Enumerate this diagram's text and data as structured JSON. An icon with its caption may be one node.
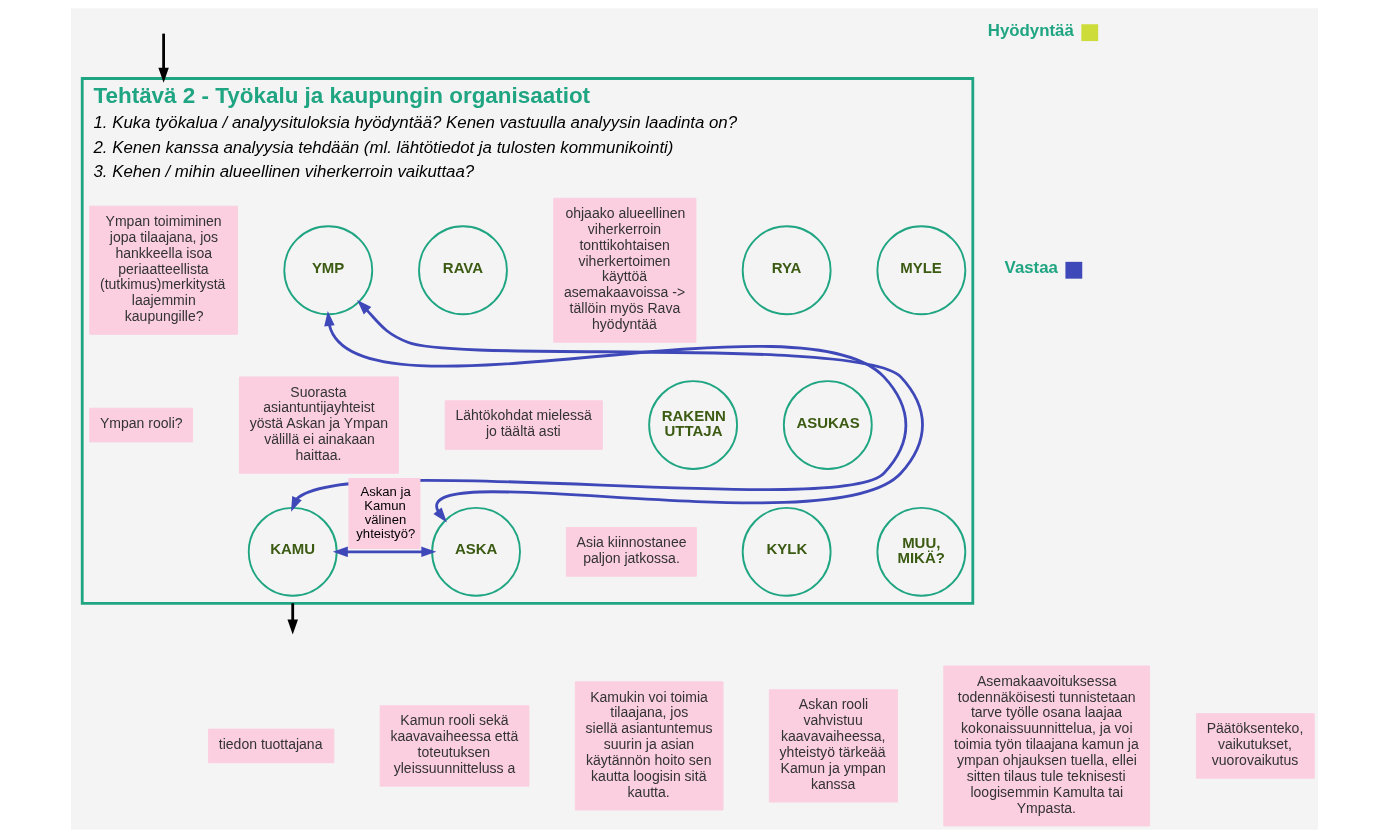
{
  "diagram": {
    "nodes": [
      {
        "text": [
          "Tehtävä 2 - Työkalu ja kaupungin organisaatiot",
          "1. Kuka työkalua / analyysituloksia hyödyntää? Kenen vastuulla analyysin laadinta on?",
          "2. Kenen kanssa analyysia tehdään (ml. lähtötiedot ja tulosten kommunikointi)",
          "3. Kehen / mihin alueellinen viherkerroin vaikuttaa?"
        ]
      },
      {
        "text": [
          "ASUKAS"
        ],
        "in": 0
      },
      {
        "text": [
          "MYLE"
        ],
        "in": 0
      },
      {
        "text": [
          "RAKENN UTTAJA"
        ],
        "in": 0
      },
      {
        "text": [
          "YMP"
        ],
        "in": 0
      },
      {
        "text": [
          "Ympan toimiminen jopa tilaajana, jos hankkeella isoa periaatteellista (tutkimus)merkitystä laajemmin kaupungille?"
        ],
        "in": 0
      },
      {
        "text": [
          "RAVA"
        ],
        "in": 0
      },
      {
        "text": [
          "ohjaako alueellinen viherkerroin tonttikohtaisen viherkertoimen käyttöä asemakaavoissa -> tällöin myös Rava hyödyntää"
        ],
        "in": 0
      },
      {
        "text": [
          "RYA"
        ],
        "in": 0
      },
      {
        "text": [
          "Lähtökohdat mielessä jo täältä asti"
        ],
        "in": 0
      },
      {
        "text": [
          "KYLK"
        ],
        "in": 0
      },
      {
        "text": [
          "Päätöksenteko, vaikutukset, vuorovaikutus"
        ]
      },
      {
        "text": [
          "Ympan rooli?"
        ],
        "in": 0
      },
      {
        "text": [
          "tiedon tuottajana"
        ]
      },
      {
        "text": [
          "Suorasta asiantuntijayhteist yöstä Askan ja Ympan välillä ei ainakaan haittaa."
        ],
        "in": 0
      },
      {
        "text": [
          "ASKA"
        ],
        "in": 0
      },
      {
        "text": [
          "Asia kiinnostanee paljon jatkossa."
        ],
        "in": 0
      },
      {
        "text": [
          "KAMU"
        ],
        "in": 0
      },
      {
        "text": [
          "MUU, MIKÄ?"
        ],
        "in": 0
      },
      {
        "text": [
          "Askan rooli vahvistuu kaavavaiheessa, yhteistyö tärkeää Kamun ja ympan kanssa"
        ]
      },
      {
        "text": [
          "Kamun rooli sekä kaavavaiheessa että toteutuksen yleissuunnitteluss a"
        ]
      },
      {
        "text": [
          "Kamukin voi toimia tilaajana, jos siellä asiantuntemus suurin ja asian käytännön hoito sen kautta loogisin sitä kautta."
        ]
      },
      {
        "text": [
          "Asemakaavoituksessa todennäköisesti tunnistetaan tarve työlle osana laajaa kokonaissuunnittelua, ja voi toimia työn tilaajana kamun ja ympan ohjauksen tuella, ellei sitten tilaus tule teknisesti loogisemmin Kamulta tai Ympasta."
        ]
      }
    ],
    "edges": [
      {
        "from": null,
        "to": 0,
        "arrow": "to",
        "color": "#000000"
      },
      {
        "from": 4,
        "to": 17,
        "arrow": "both"
      },
      {
        "from": 4,
        "to": 15,
        "arrow": "both"
      },
      {
        "from": 17,
        "to": 15,
        "arrow": "both",
        "label": "Askan ja Kamun välinen yhteistyö?"
      },
      {
        "from": 0,
        "to": null,
        "arrow": "to",
        "color": "#000000"
      }
    ],
    "legend": [
      {
        "text": "Hyödyntää",
        "color": "#cddc39"
      },
      {
        "text": "Vastaa",
        "color": "#3f48b8"
      }
    ]
  }
}
